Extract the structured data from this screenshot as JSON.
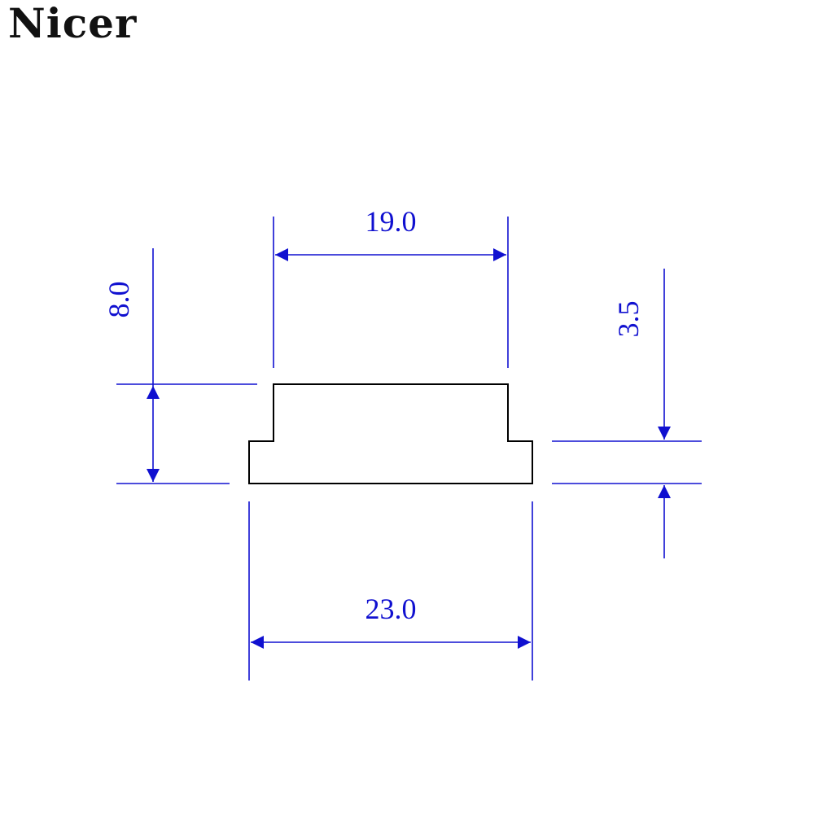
{
  "brand": {
    "logo_text": "Nicer"
  },
  "diagram": {
    "dimensions": {
      "top_width": "19.0",
      "bottom_width": "23.0",
      "total_height": "8.0",
      "step_height": "3.5"
    },
    "colors": {
      "dimension": "#1010d0",
      "outline": "#000000",
      "background": "#ffffff"
    }
  }
}
